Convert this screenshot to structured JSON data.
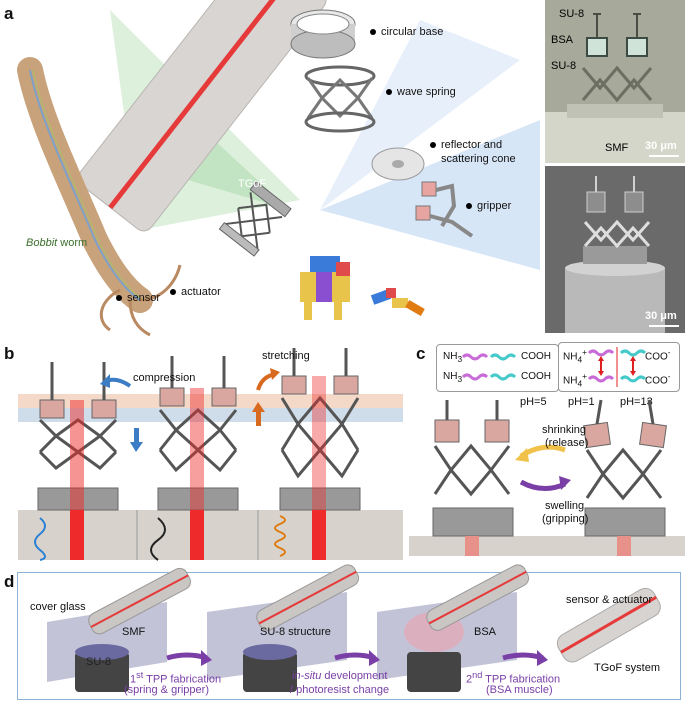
{
  "panel_letters": {
    "a": "a",
    "b": "b",
    "c": "c",
    "d": "d"
  },
  "panel_a": {
    "labels": {
      "circular_base": "circular base",
      "wave_spring": "wave spring",
      "reflector_line1": "reflector and",
      "reflector_line2": "scattering cone",
      "gripper": "gripper",
      "tgof": "TGoF",
      "bobbit_italic": "Bobbit",
      "bobbit_worm": " worm",
      "sensor": "sensor",
      "actuator": "actuator"
    },
    "photo_top": {
      "su8_top": "SU-8",
      "bsa": "BSA",
      "su8_bottom": "SU-8",
      "smf": "SMF",
      "scale": "30 μm"
    },
    "photo_bottom": {
      "scale": "30 μm"
    },
    "colors": {
      "photo_top_bg": "#a7a99b",
      "photo_bottom_bg": "#6a6a6a",
      "fiber": "#d6d3d0",
      "laser": "#e63a3a",
      "bobbit_label": "#3a6e2a"
    }
  },
  "panel_b": {
    "compression": "compression",
    "stretching": "stretching",
    "colors": {
      "band_top": "#f4d9c9",
      "band_bottom": "#cfdcea",
      "base": "#d7d3cc",
      "wave_blue": "#2b7fd4",
      "wave_black": "#222222",
      "wave_orange": "#e07b12",
      "laser": "#ee2a2a",
      "arrow_blue": "#3b7cc4",
      "arrow_orange": "#d86a20"
    }
  },
  "panel_c": {
    "box1": {
      "line1_left": "NH",
      "line1_sub": "3",
      "line1_right": "COOH",
      "line2_left": "NH",
      "line2_sub": "3",
      "line2_right": "COOH"
    },
    "box2": {
      "left_top": "NH",
      "left_top_sub": "4",
      "left_top_sup": "+",
      "left_bottom": "NH",
      "left_bottom_sub": "4",
      "left_bottom_sup": "+",
      "right_top": "COO",
      "right_top_sup": "-",
      "right_bottom": "COO",
      "right_bottom_sup": "-"
    },
    "ph5": "pH=5",
    "ph1": "pH=1",
    "ph13": "pH=13",
    "shrinking": "shrinking",
    "release": "(release)",
    "swelling": "swelling",
    "gripping": "(gripping)",
    "colors": {
      "magenta": "#c86ad8",
      "cyan": "#45c9c9",
      "arrow_yellow": "#f0c24a",
      "arrow_purple": "#7a3fa6"
    }
  },
  "panel_d": {
    "cover_glass": "cover glass",
    "smf": "SMF",
    "su8": "SU-8",
    "step1_line1_pre": "1",
    "step1_line1_sup": "st",
    "step1_line1_post": " TPP fabrication",
    "step1_line2": "(spring & gripper)",
    "su8_structure": "SU-8 structure",
    "step2_line1_italic": "in-situ",
    "step2_line1_post": " development",
    "step2_line2": "/ photoresist change",
    "bsa": "BSA",
    "step3_line1_pre": "2",
    "step3_line1_sup": "nd",
    "step3_line1_post": " TPP fabrication",
    "step3_line2": "(BSA muscle)",
    "sensor_actuator": "sensor & actuator",
    "tgof_system": "TGoF system",
    "colors": {
      "frame": "#8fb3d6",
      "glass": "#a9a9c8",
      "text_purple": "#7a3fa6"
    }
  }
}
